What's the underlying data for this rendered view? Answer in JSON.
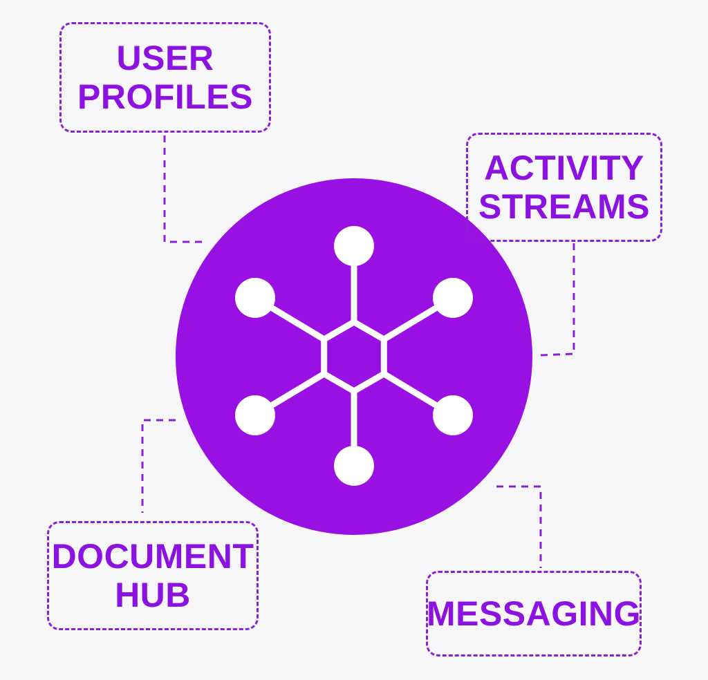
{
  "colors": {
    "accent": "#9810e2",
    "label": "#8b12e0",
    "node": "#ffffff",
    "background": "#f7f6f8"
  },
  "icons": {
    "hub": "network-hub-icon"
  },
  "labels": {
    "user_profiles": "USER\nPROFILES",
    "activity_streams": "ACTIVITY\nSTREAMS",
    "document_hub": "DOCUMENT\nHUB",
    "messaging": "MESSAGING"
  }
}
